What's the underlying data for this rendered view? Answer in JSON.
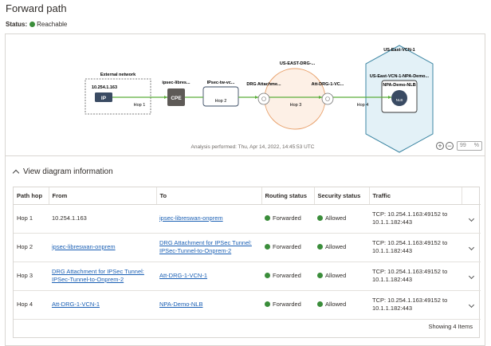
{
  "page": {
    "title": "Forward path",
    "status_label": "Status:",
    "status_value": "Reachable",
    "status_color": "#3a8d3a"
  },
  "diagram": {
    "external_network_label": "External network",
    "ip_address": "10.254.1.163",
    "ip_badge": "IP",
    "hop1_label": "Hop 1",
    "ipsec_libre_label": "ipsec-libres...",
    "cpe_badge": "CPE",
    "ipsec_tunnel_label": "IPsec-tw-vc...",
    "hop2_label": "Hop 2",
    "drg_region_label": "US-EAST-DRG-...",
    "drg_attachment_label": "DRG Attachme...",
    "att_drg_label": "Att-DRG-1-VC...",
    "hop3_label": "Hop 3",
    "hop4_label": "Hop 4",
    "vcn_label": "US-East-VCN-1",
    "subnet_label": "US-East-VCN-1-NPA-Demo...",
    "nlb_name_label": "NPA-Demo-NLB",
    "nlb_badge": "NLB",
    "analysis_text": "Analysis performed: Thu, Apr 14, 2022, 14:45:53 UTC",
    "zoom_value": "99",
    "zoom_unit": "%",
    "zoom_in": "+",
    "zoom_out": "−"
  },
  "info": {
    "header": "View diagram information",
    "columns": [
      "Path hop",
      "From",
      "To",
      "Routing status",
      "Security status",
      "Traffic"
    ],
    "rows": [
      {
        "hop": "Hop 1",
        "from": "10.254.1.163",
        "to": "ipsec-libreswan-onprem",
        "routing": "Forwarded",
        "security": "Allowed",
        "traffic": "TCP: 10.254.1.163:49152 to 10.1.1.182:443"
      },
      {
        "hop": "Hop 2",
        "from": "ipsec-libreswan-onprem",
        "to": "DRG Attachment for IPSec Tunnel: IPSec-Tunnel-to-Onprem-2",
        "routing": "Forwarded",
        "security": "Allowed",
        "traffic": "TCP: 10.254.1.163:49152 to 10.1.1.182:443"
      },
      {
        "hop": "Hop 3",
        "from": "DRG Attachment for IPSec Tunnel: IPSec-Tunnel-to-Onprem-2",
        "to": "Att-DRG-1-VCN-1",
        "routing": "Forwarded",
        "security": "Allowed",
        "traffic": "TCP: 10.254.1.163:49152 to 10.1.1.182:443"
      },
      {
        "hop": "Hop 4",
        "from": "Att-DRG-1-VCN-1",
        "to": "NPA-Demo-NLB",
        "routing": "Forwarded",
        "security": "Allowed",
        "traffic": "TCP: 10.254.1.163:49152 to 10.1.1.182:443"
      }
    ],
    "footer": "Showing 4 Items"
  }
}
